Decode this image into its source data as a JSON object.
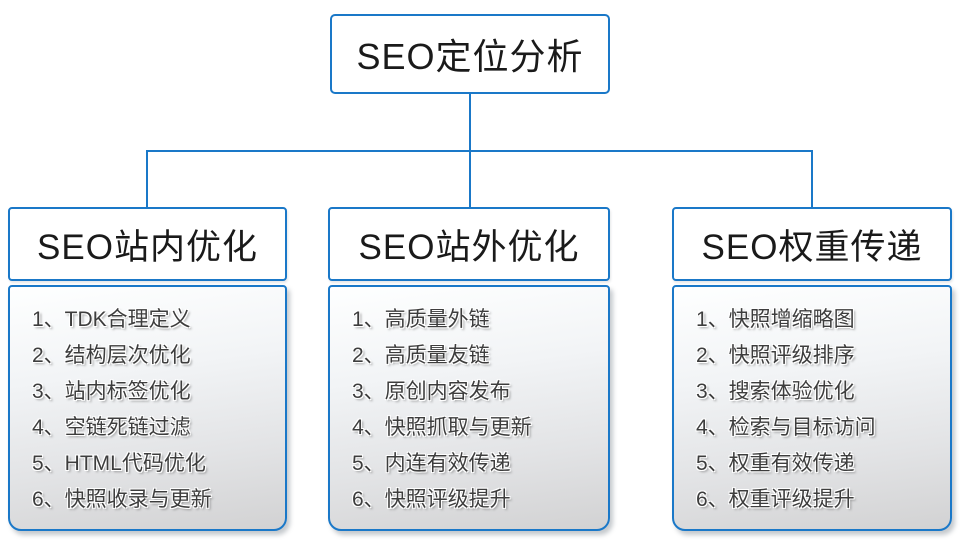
{
  "colors": {
    "accent": "#1a78c8",
    "panel_gradient_top": "#feffff",
    "panel_gradient_bottom": "#d2d2d3",
    "text_dark": "#1a1a1a",
    "list_text": "#3d3d3d"
  },
  "root": {
    "label": "SEO定位分析"
  },
  "branches": [
    {
      "title": "SEO站内优化",
      "items": [
        "1、TDK合理定义",
        "2、结构层次优化",
        "3、站内标签优化",
        "4、空链死链过滤",
        "5、HTML代码优化",
        "6、快照收录与更新"
      ]
    },
    {
      "title": "SEO站外优化",
      "items": [
        "1、高质量外链",
        "2、高质量友链",
        "3、原创内容发布",
        "4、快照抓取与更新",
        "5、内连有效传递",
        "6、快照评级提升"
      ]
    },
    {
      "title": "SEO权重传递",
      "items": [
        "1、快照增缩略图",
        "2、快照评级排序",
        "3、搜索体验优化",
        "4、检索与目标访问",
        "5、权重有效传递",
        "6、权重评级提升"
      ]
    }
  ]
}
